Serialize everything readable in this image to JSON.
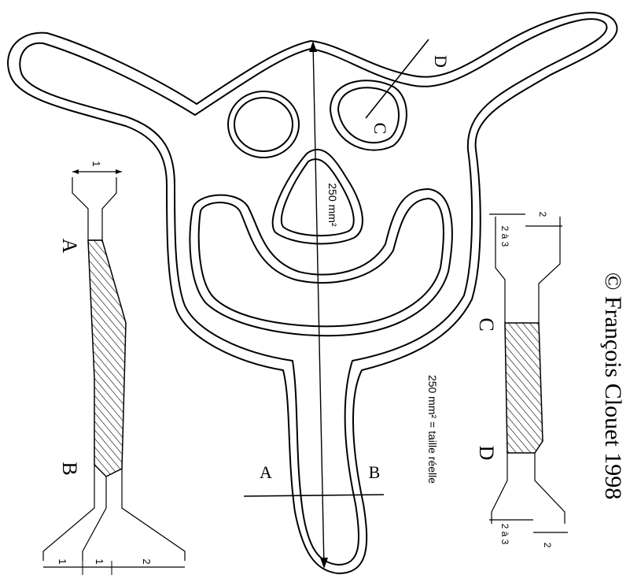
{
  "copyright": "© François Clouet  1998",
  "center": {
    "dimension_label": "250 mm²",
    "point_c": "C",
    "point_d": "D",
    "point_a": "A",
    "point_b": "B"
  },
  "note": "250 mm² = taille réelle",
  "section_ab": {
    "label_a": "A",
    "label_b": "B",
    "dim_top": "1",
    "dim_bottom_left": "1",
    "dim_bottom_mid": "1",
    "dim_bottom_right": "2"
  },
  "section_cd": {
    "label_c": "C",
    "label_d": "D",
    "dim_top_left": "2 à 3",
    "dim_top_right": "2",
    "dim_bottom_left": "2 à 3",
    "dim_bottom_right": "2"
  }
}
